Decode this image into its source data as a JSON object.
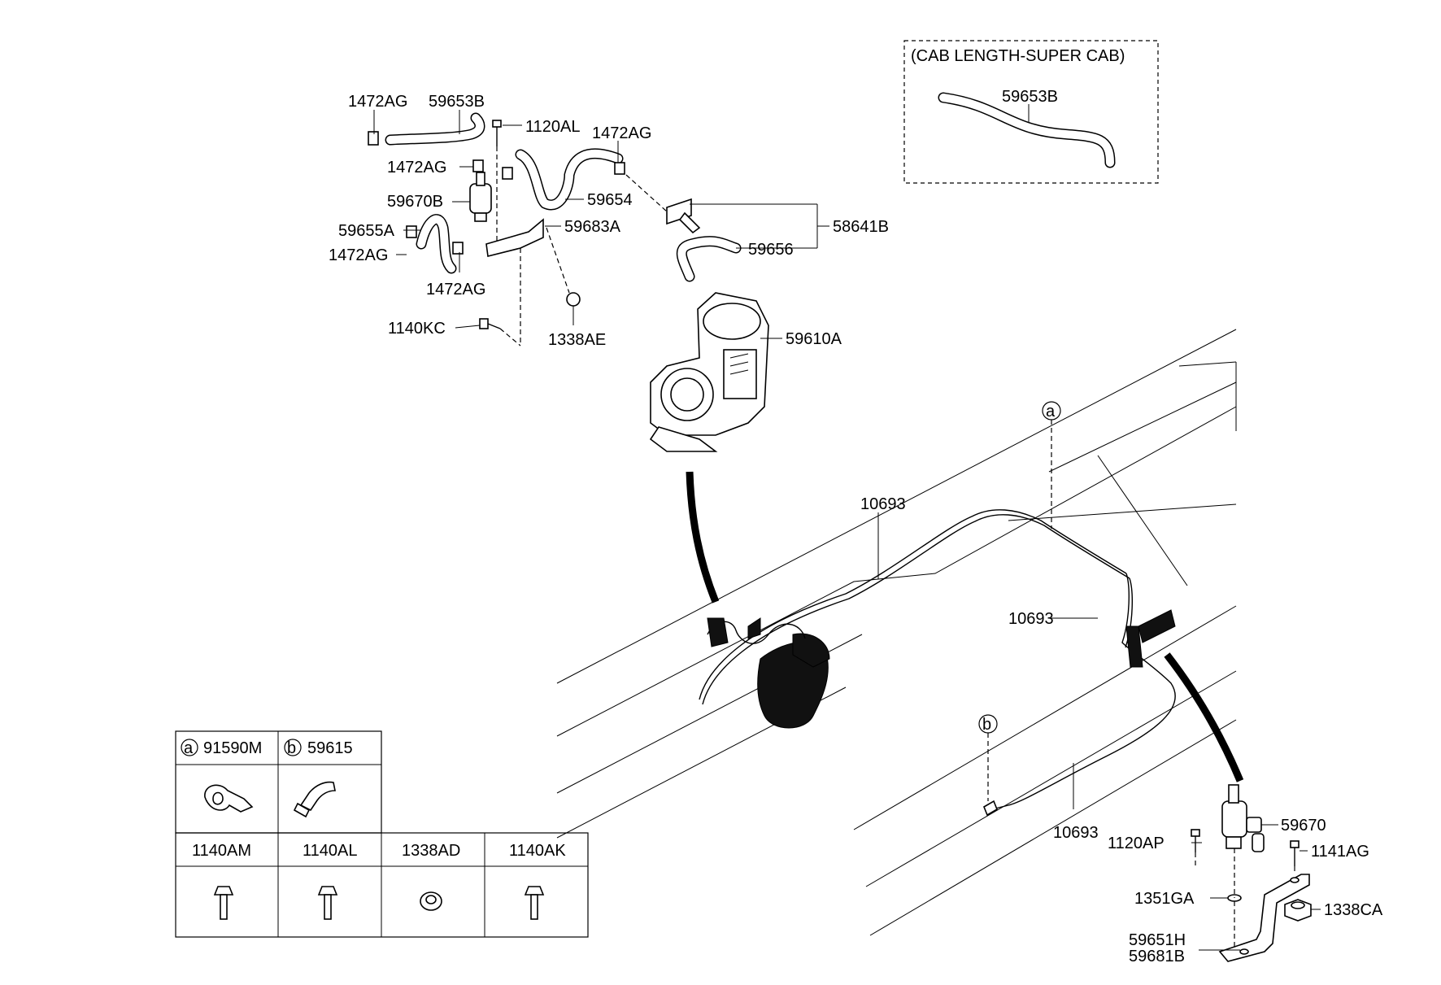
{
  "inset": {
    "title": "(CAB LENGTH-SUPER CAB)",
    "part": "59653B"
  },
  "labels": {
    "p_1472ag_a": "1472AG",
    "p_59653b": "59653B",
    "p_1120al": "1120AL",
    "p_1472ag_b": "1472AG",
    "p_1472ag_c": "1472AG",
    "p_59670b": "59670B",
    "p_59654": "59654",
    "p_59655a": "59655A",
    "p_59683a": "59683A",
    "p_1472ag_d": "1472AG",
    "p_1472ag_e": "1472AG",
    "p_58641b": "58641B",
    "p_59656": "59656",
    "p_1140kc": "1140KC",
    "p_1338ae": "1338AE",
    "p_59610a": "59610A",
    "p_10693_a": "10693",
    "p_10693_b": "10693",
    "p_10693_c": "10693",
    "p_59670": "59670",
    "p_1120ap": "1120AP",
    "p_1141ag": "1141AG",
    "p_1351ga": "1351GA",
    "p_1338ca": "1338CA",
    "p_59651h": "59651H",
    "p_59681b": "59681B",
    "callout_a": "a",
    "callout_b": "b"
  },
  "legend": {
    "top": [
      {
        "letter": "a",
        "part": "91590M"
      },
      {
        "letter": "b",
        "part": "59615"
      }
    ],
    "bottom": [
      "1140AM",
      "1140AL",
      "1338AD",
      "1140AK"
    ]
  }
}
